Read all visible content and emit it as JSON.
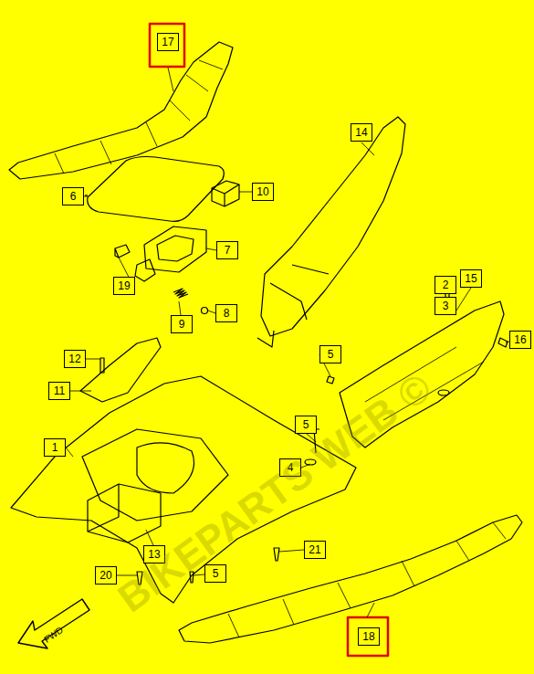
{
  "diagram": {
    "labels": [
      "17",
      "6",
      "10",
      "14",
      "7",
      "19",
      "2",
      "15",
      "3",
      "8",
      "9",
      "16",
      "12",
      "5",
      "11",
      "5",
      "1",
      "4",
      "13",
      "21",
      "20",
      "5",
      "18",
      "FWD",
      "BIKEPARTS WEB ©"
    ]
  }
}
